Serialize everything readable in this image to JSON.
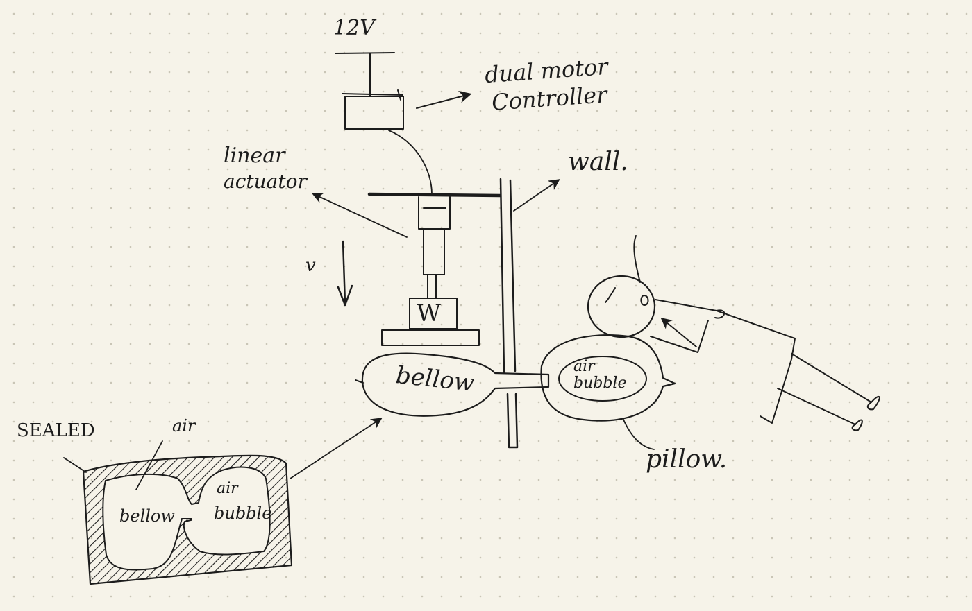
{
  "labels": {
    "voltage": "12V",
    "controller_line1": "dual motor",
    "controller_line2": "Controller",
    "actuator_line1": "linear",
    "actuator_line2": "actuator",
    "wall": "wall.",
    "weight": "W",
    "bellow": "bellow",
    "air_bubble_line1": "air",
    "air_bubble_line2": "bubble",
    "pillow": "pillow.",
    "sealed": "SEALED",
    "inset_air": "air",
    "inset_bellow": "bellow",
    "inset_air_bubble_line1": "air",
    "inset_air_bubble_line2": "bubble",
    "velocity": "v"
  },
  "colors": {
    "ink": "#1c1c1c",
    "paper": "#f6f3e9",
    "dots": "#c9c5b6"
  }
}
